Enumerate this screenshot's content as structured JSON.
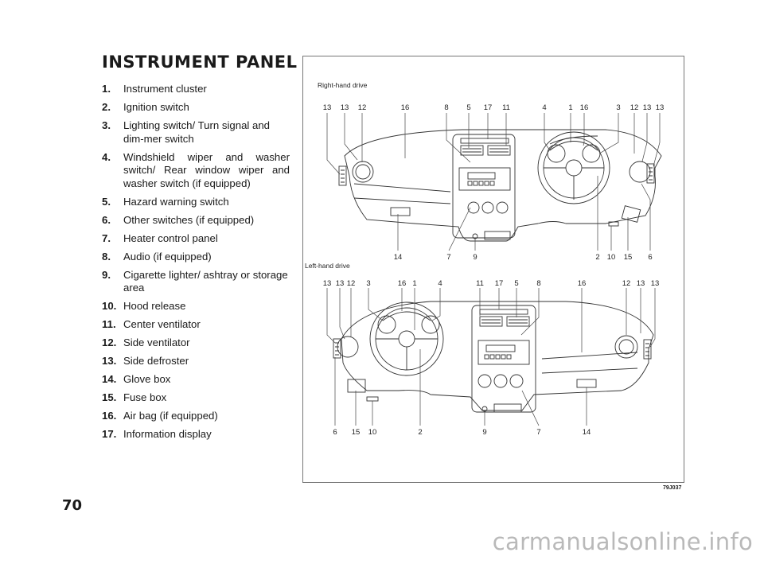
{
  "page": {
    "title": "INSTRUMENT PANEL",
    "page_number": "70",
    "figure_code": "79J037",
    "watermark": "carmanualsonline.info"
  },
  "items": [
    {
      "num": "1.",
      "text": "Instrument cluster"
    },
    {
      "num": "2.",
      "text": "Ignition switch"
    },
    {
      "num": "3.",
      "text": "Lighting switch/ Turn signal and dim-mer switch"
    },
    {
      "num": "4.",
      "text": "Windshield wiper and washer switch/ Rear window wiper and washer switch (if equipped)"
    },
    {
      "num": "5.",
      "text": "Hazard warning switch"
    },
    {
      "num": "6.",
      "text": "Other switches (if equipped)"
    },
    {
      "num": "7.",
      "text": "Heater control panel"
    },
    {
      "num": "8.",
      "text": "Audio (if equipped)"
    },
    {
      "num": "9.",
      "text": "Cigarette lighter/ ashtray or storage area"
    },
    {
      "num": "10.",
      "text": "Hood release"
    },
    {
      "num": "11.",
      "text": "Center ventilator"
    },
    {
      "num": "12.",
      "text": "Side ventilator"
    },
    {
      "num": "13.",
      "text": "Side defroster"
    },
    {
      "num": "14.",
      "text": "Glove box"
    },
    {
      "num": "15.",
      "text": "Fuse box"
    },
    {
      "num": "16.",
      "text": "Air bag (if equipped)"
    },
    {
      "num": "17.",
      "text": "Information display"
    }
  ],
  "figure": {
    "rhd": {
      "label": "Right-hand drive",
      "top_callouts": [
        "13",
        "13",
        "12",
        "16",
        "8",
        "5",
        "17",
        "11",
        "4",
        "1",
        "16",
        "3",
        "12",
        "13",
        "13"
      ],
      "bottom_callouts": [
        "14",
        "7",
        "9",
        "2",
        "10",
        "15",
        "6"
      ]
    },
    "lhd": {
      "label": "Left-hand drive",
      "top_callouts": [
        "13",
        "13",
        "12",
        "3",
        "16",
        "1",
        "4",
        "11",
        "17",
        "5",
        "8",
        "16",
        "12",
        "13",
        "13"
      ],
      "bottom_callouts": [
        "6",
        "15",
        "10",
        "2",
        "9",
        "7",
        "14"
      ]
    }
  }
}
